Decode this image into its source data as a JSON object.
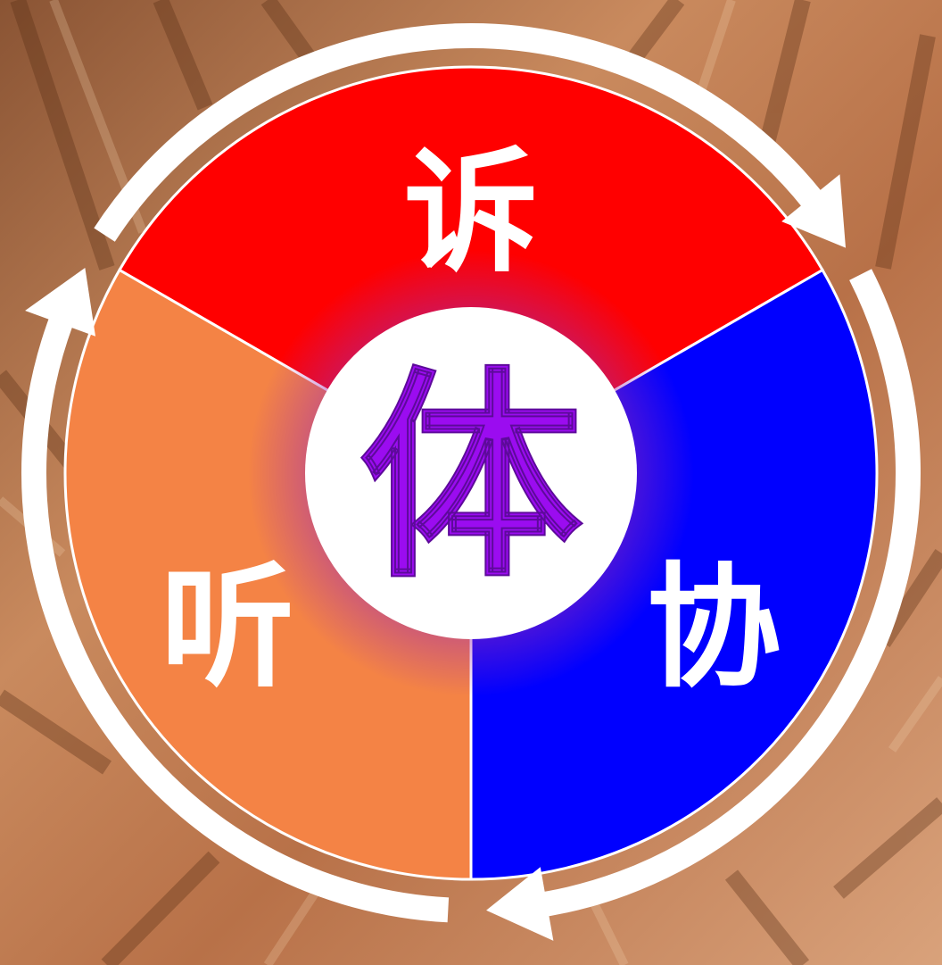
{
  "diagram": {
    "center": {
      "label": "体",
      "color": "#9b0cf0"
    },
    "segments": [
      {
        "id": "top",
        "label": "诉",
        "color": "#ff0000"
      },
      {
        "id": "right",
        "label": "协",
        "color": "#0000ff"
      },
      {
        "id": "left",
        "label": "听",
        "color": "#f48345"
      }
    ],
    "ring_color": "#ffffff"
  }
}
